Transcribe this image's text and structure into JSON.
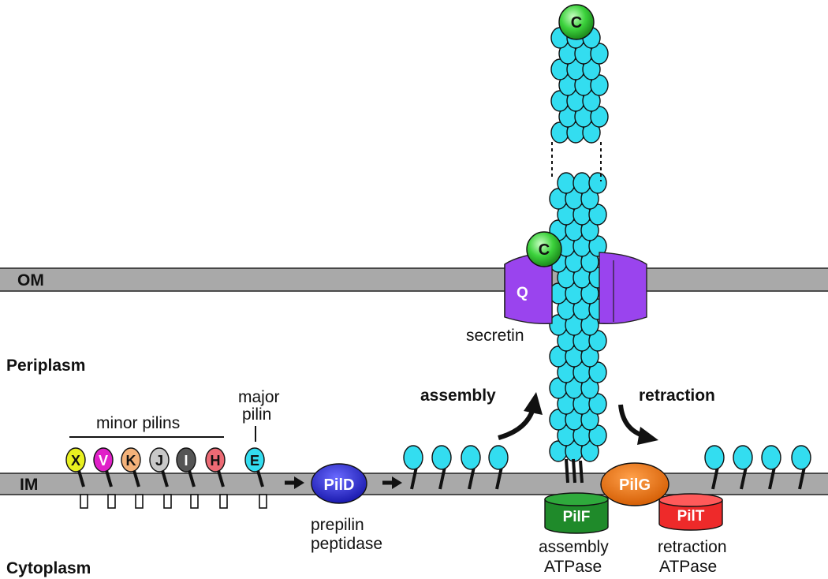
{
  "membranes": {
    "outer": "OM",
    "inner": "IM"
  },
  "compartments": {
    "periplasm": "Periplasm",
    "cytoplasm": "Cytoplasm"
  },
  "minor_pilins": {
    "label": "minor pilins",
    "items": [
      {
        "letter": "X",
        "color": "#e8f020"
      },
      {
        "letter": "V",
        "color": "#e020c8"
      },
      {
        "letter": "K",
        "color": "#f4b27a"
      },
      {
        "letter": "J",
        "color": "#c8c8c8"
      },
      {
        "letter": "I",
        "color": "#555555"
      },
      {
        "letter": "H",
        "color": "#ec6a74"
      }
    ]
  },
  "major_pilin": {
    "label_line1": "major",
    "label_line2": "pilin",
    "letter": "E",
    "color": "#33ddf0"
  },
  "prepilin_peptidase": {
    "name": "PilD",
    "label_line1": "prepilin",
    "label_line2": "peptidase",
    "color": "#2a2ad0"
  },
  "secretin": {
    "letter": "Q",
    "label": "secretin",
    "color": "#9a44ee"
  },
  "tip_protein": {
    "letter": "C",
    "color": "#33cc33"
  },
  "pilus_subunit_color": "#33ddf0",
  "process": {
    "assembly": "assembly",
    "retraction": "retraction"
  },
  "assembly_atpase": {
    "name": "PilF",
    "label_line1": "assembly",
    "label_line2": "ATPase",
    "color": "#1f8a2a"
  },
  "platform": {
    "name": "PilG",
    "color": "#f07a18"
  },
  "retraction_atpase": {
    "name": "PilT",
    "label_line1": "retraction",
    "label_line2": "ATPase",
    "color": "#ee2a2a"
  }
}
